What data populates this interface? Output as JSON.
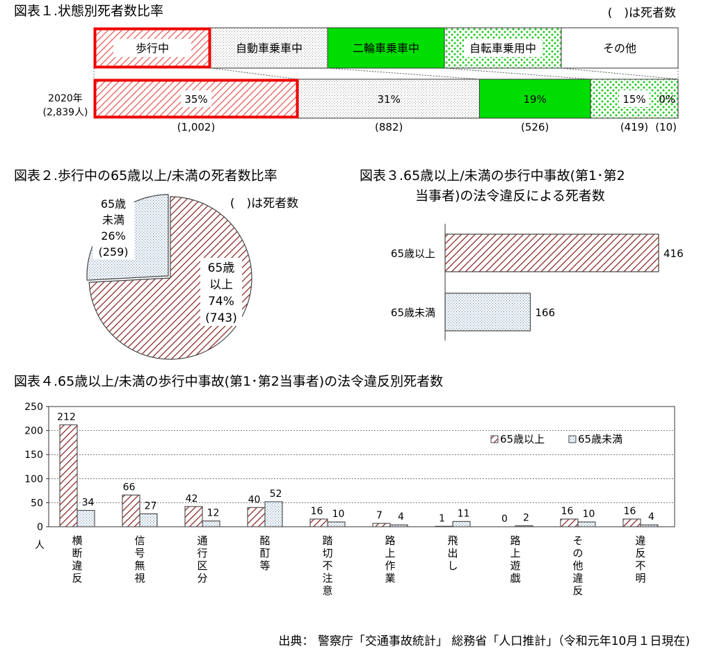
{
  "fig1": {
    "title": "図表１.状態別死者数比率",
    "note": "(　)は死者数",
    "row_label": "2020年",
    "row_sublabel": "(2,839人)",
    "chart_data": {
      "type": "bar",
      "stacked": true,
      "categories": [
        "歩行中",
        "自動車乗車中",
        "二輪車乗車中",
        "自転車乗用中",
        "その他"
      ],
      "series": [
        {
          "values": [
            35,
            31,
            19,
            15,
            0
          ]
        }
      ],
      "labels": [
        "35%",
        "31%",
        "19%",
        "15%",
        "0%"
      ],
      "counts": [
        "(1,002)",
        "(882)",
        "(526)",
        "(419)",
        "(10)"
      ],
      "total": 2839
    }
  },
  "fig2": {
    "title": "図表２.歩行中の65歳以上/未満の死者数比率",
    "note": "(　)は死者数",
    "chart_data": {
      "type": "pie",
      "slices": [
        {
          "label_lines": [
            "65歳",
            "以上",
            "74%",
            "(743)"
          ],
          "value": 743,
          "percent": 74
        },
        {
          "label_lines": [
            "65歳",
            "未満",
            "26%",
            "(259)"
          ],
          "value": 259,
          "percent": 26
        }
      ]
    }
  },
  "fig3": {
    "title_line1": "図表３.65歳以上/未満の歩行中事故(第1･第2",
    "title_line2": "当事者)の法令違反による死者数",
    "chart_data": {
      "type": "bar",
      "orientation": "horizontal",
      "categories": [
        "65歳以上",
        "65歳未満"
      ],
      "values": [
        416,
        166
      ],
      "value_labels": [
        "416",
        "166"
      ]
    }
  },
  "fig4": {
    "title": "図表４.65歳以上/未満の歩行中事故(第1･第2当事者)の法令違反別死者数",
    "y_unit": "人",
    "chart_data": {
      "type": "bar",
      "categories": [
        "横断違反",
        "信号無視",
        "通行区分",
        "酩酊等",
        "踏切不注意",
        "路上作業",
        "飛出し",
        "路上遊戯",
        "その他違反",
        "違反不明"
      ],
      "series": [
        {
          "name": "65歳以上",
          "values": [
            212,
            66,
            42,
            40,
            16,
            7,
            1,
            0,
            16,
            16
          ]
        },
        {
          "name": "65歳未満",
          "values": [
            34,
            27,
            12,
            52,
            10,
            4,
            11,
            2,
            10,
            4
          ]
        }
      ],
      "ylim": [
        0,
        250
      ],
      "yticks": [
        0,
        50,
        100,
        150,
        200,
        250
      ],
      "legend": "top-right",
      "grid": true
    }
  },
  "source": "出典： 警察庁「交通事故統計」 総務省「人口推計」（令和元年10月１日現在)"
}
